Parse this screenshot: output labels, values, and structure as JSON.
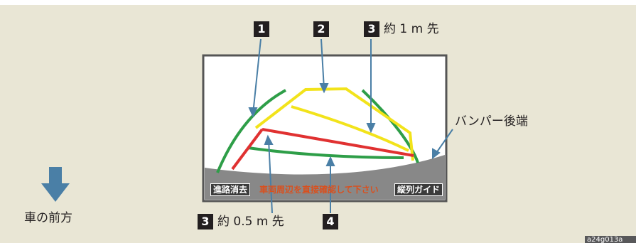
{
  "callouts": {
    "badge_1": "1",
    "badge_2": "2",
    "badge_3_top": "3",
    "badge_3_bottom": "3",
    "badge_4": "4",
    "distance_1m": "約 1 m 先",
    "distance_05m": "約 0.5 m 先"
  },
  "labels": {
    "bumper_rear_end": "バンパー後端",
    "vehicle_front": "車の前方"
  },
  "screen": {
    "button_left": "進路消去",
    "warning": "車両周辺を直接確認して下さい",
    "button_right": "縦列ガイド"
  },
  "figure_id": "a24g013a",
  "colors": {
    "background": "#e9e6d5",
    "guide_green": "#2e9e48",
    "guide_yellow": "#f2e31b",
    "guide_red": "#e03131",
    "arrow_blue": "#4a7fa6",
    "bumper_gray": "#888888"
  }
}
